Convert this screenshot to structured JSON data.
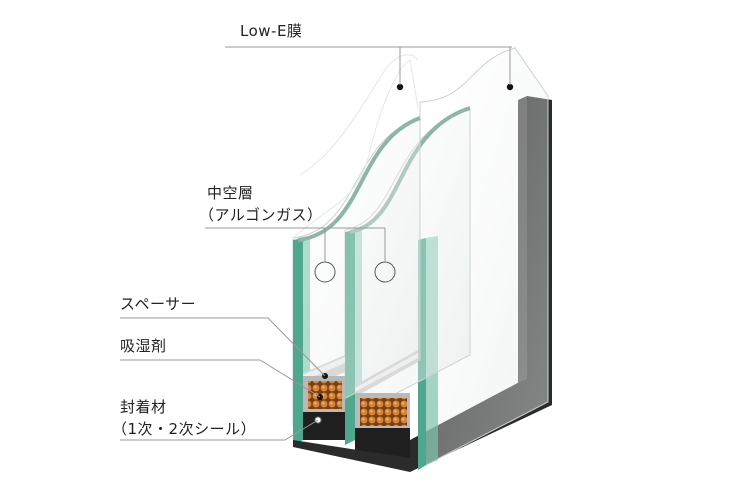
{
  "labels": {
    "lowe": "Low-E膜",
    "hollow_line1": "中空層",
    "hollow_line2": "（アルゴンガス）",
    "spacer": "スペーサー",
    "desiccant": "吸湿剤",
    "sealant_line1": "封着材",
    "sealant_line2": "（1次・2次シール）"
  },
  "colors": {
    "glass_edge": "#4fa88d",
    "glass_edge_dark": "#2f7d66",
    "frame_dark": "#2b2b2b",
    "spacer_metal": "#b9b9b9",
    "desiccant_beads": "#c9782c",
    "leader_line": "#999999"
  }
}
